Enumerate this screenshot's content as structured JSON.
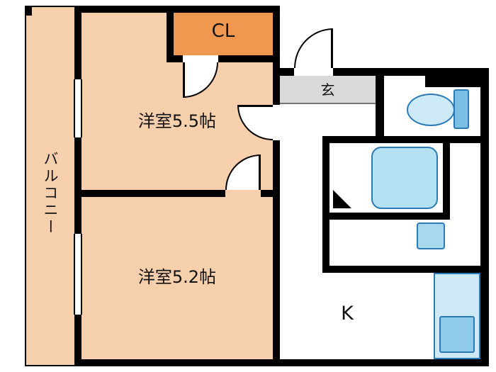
{
  "floorplan": {
    "labels": {
      "balcony": "バルコニー",
      "room_55": "洋室5.5帖",
      "room_52": "洋室5.2帖",
      "closet": "CL",
      "entrance": "玄",
      "kitchen": "K"
    },
    "colors": {
      "wall": "#000000",
      "room_fill": "#f6cfac",
      "closet_fill": "#f09850",
      "entrance_fill": "#d9d9d9",
      "balcony_fill": "#f6cfac",
      "fixture_fill": "#b3e1f2",
      "fixture_border": "#2a7ab5"
    },
    "icons": {
      "toilet": "toilet-icon",
      "bathtub": "bathtub-icon",
      "washbasin": "washbasin-icon",
      "kitchen_sink": "kitchen-sink-icon",
      "doors": "door-swing-arc",
      "windows": "window-double-line"
    }
  }
}
